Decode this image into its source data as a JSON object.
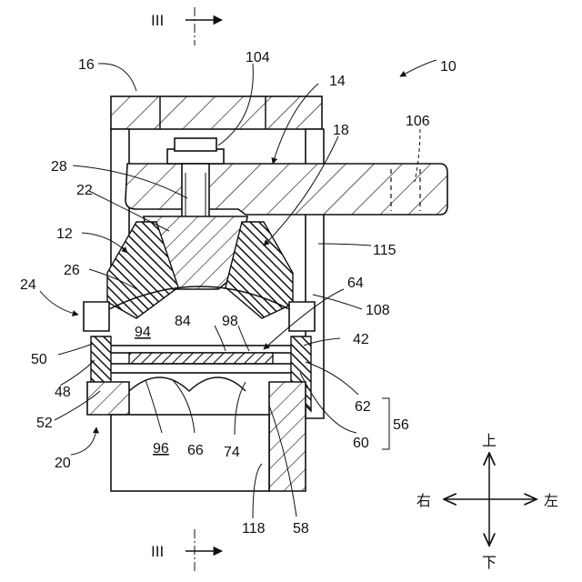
{
  "section_marks": {
    "top": "III",
    "bottom": "III"
  },
  "reference_numerals": {
    "r10": "10",
    "r12": "12",
    "r14": "14",
    "r16": "16",
    "r18": "18",
    "r20": "20",
    "r22": "22",
    "r24": "24",
    "r26": "26",
    "r28": "28",
    "r42": "42",
    "r48": "48",
    "r50": "50",
    "r52": "52",
    "r56": "56",
    "r58": "58",
    "r60": "60",
    "r62": "62",
    "r64": "64",
    "r66": "66",
    "r74": "74",
    "r84": "84",
    "r94": "94",
    "r96": "96",
    "r98": "98",
    "r104": "104",
    "r106": "106",
    "r108": "108",
    "r115": "115",
    "r118": "118"
  },
  "direction_indicator": {
    "up": "上",
    "down": "下",
    "left": "左",
    "right": "右"
  }
}
